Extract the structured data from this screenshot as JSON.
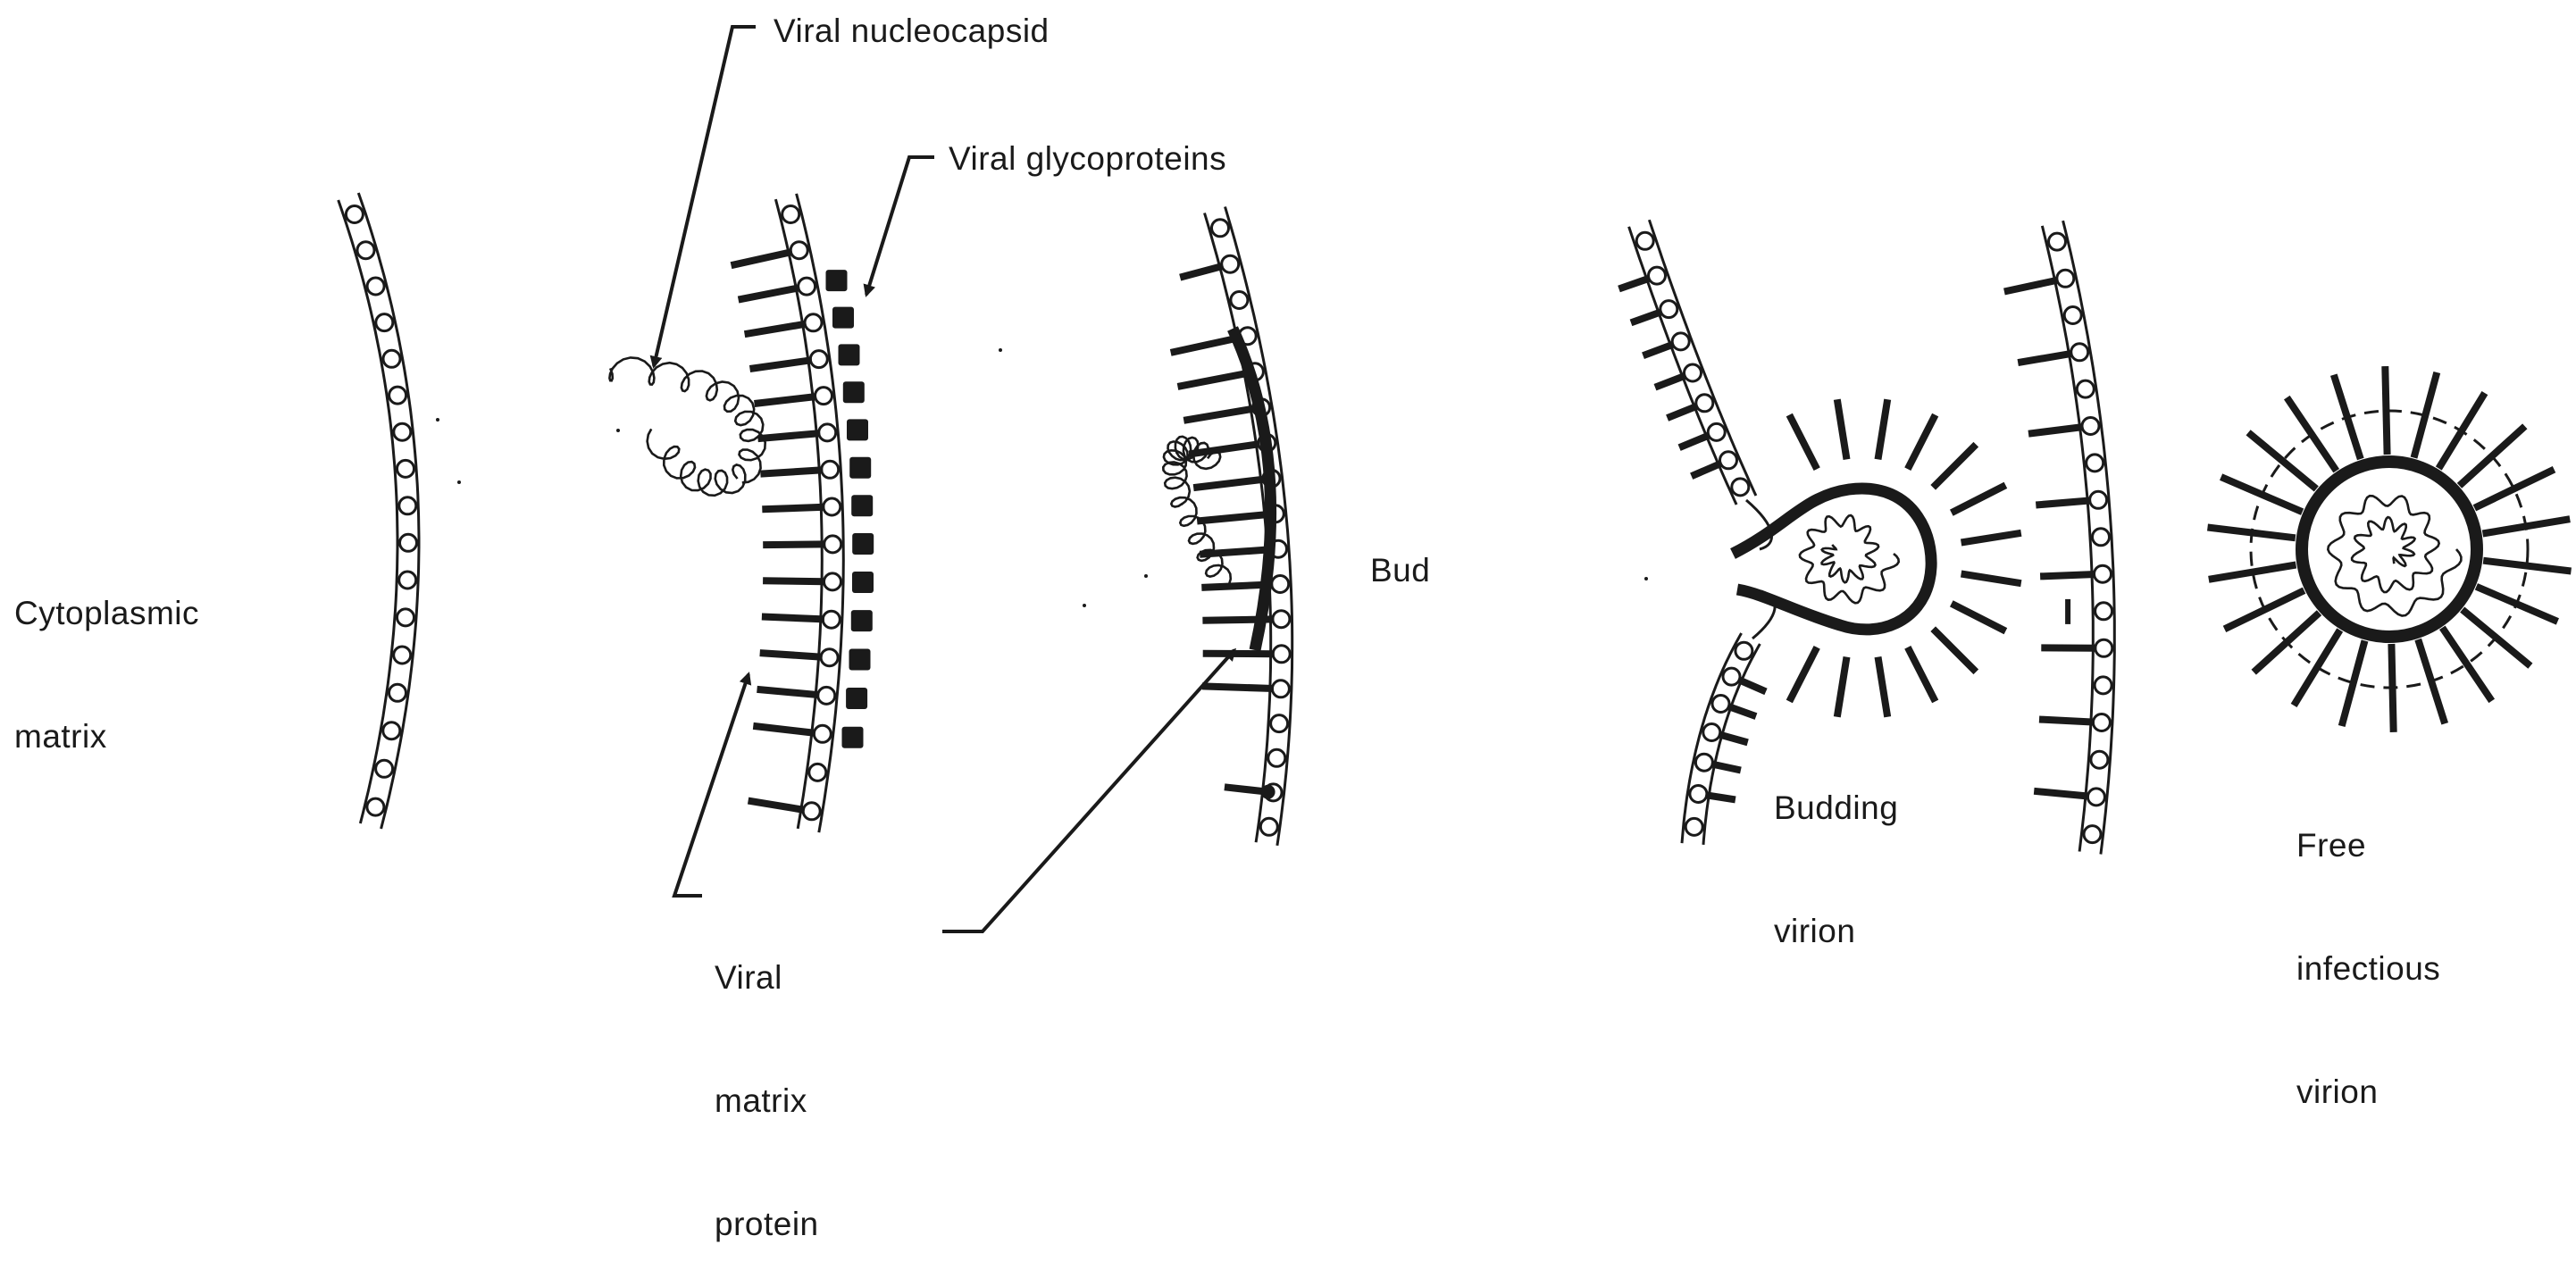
{
  "colors": {
    "ink": "#1a1a1a",
    "background": "#ffffff"
  },
  "labels": {
    "viral_nucleocapsid": "Viral nucleocapsid",
    "viral_glycoproteins": "Viral glycoproteins",
    "cytoplasmic_matrix_line1": "Cytoplasmic",
    "cytoplasmic_matrix_line2": "matrix",
    "bud": "Bud",
    "viral_matrix_protein_line1": "Viral",
    "viral_matrix_protein_line2": "matrix",
    "viral_matrix_protein_line3": "protein",
    "budding_virion_line1": "Budding",
    "budding_virion_line2": "virion",
    "free_virion_line1": "Free",
    "free_virion_line2": "infectious",
    "free_virion_line3": "virion"
  }
}
